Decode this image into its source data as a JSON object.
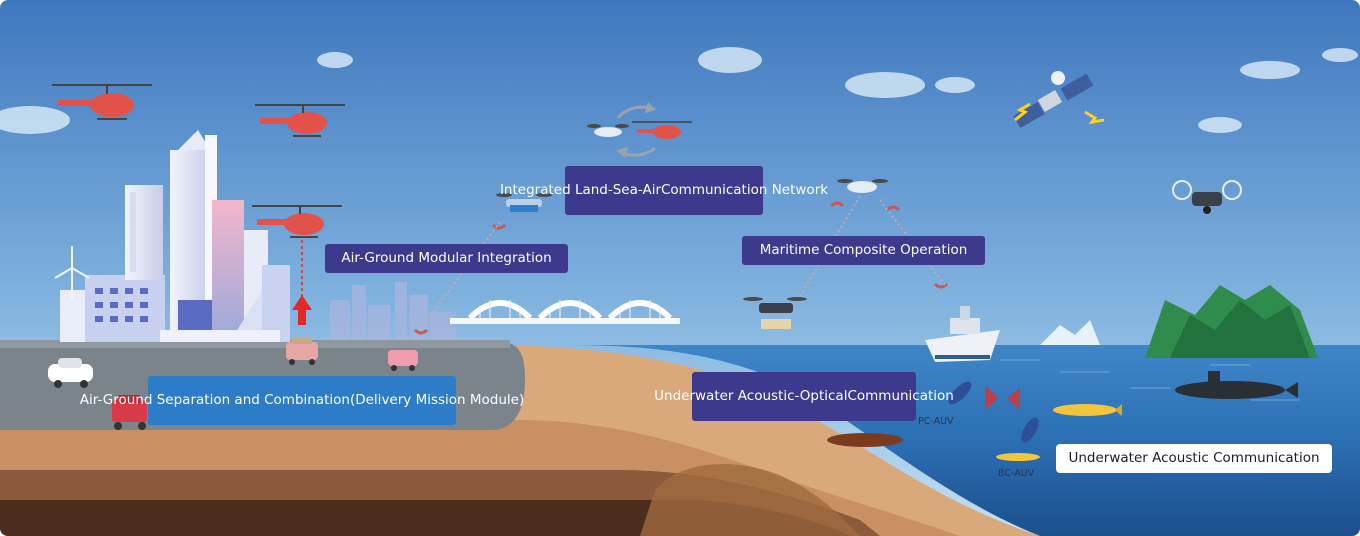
{
  "labels": {
    "network": [
      "Integrated Land-Sea-Air",
      "Communication Network"
    ],
    "air_ground_modular": "Air-Ground Modular Integration",
    "maritime": "Maritime Composite Operation",
    "separation": [
      "Air-Ground Separation and Combination",
      "(Delivery Mission Module)"
    ],
    "underwater_optical": [
      "Underwater Acoustic-Optical",
      "Communication"
    ],
    "underwater_acoustic": "Underwater Acoustic Communication",
    "pc_auv": "PC-AUV",
    "bc_auv": "BC-AUV"
  },
  "colors": {
    "sky_top": "#3f78bf",
    "sky_bottom": "#b9d9ef",
    "sea": "#2a6fb6",
    "sand": "#d7a77b",
    "ground": "#7a828a",
    "label_purple": "#3d3a8e",
    "label_blue": "#2d7cc8"
  },
  "icons": [
    "helicopter-icon",
    "drone-icon",
    "satellite-icon",
    "ship-icon",
    "submarine-icon",
    "auv-icon",
    "car-icon",
    "robot-icon",
    "bridge-icon",
    "island-icon",
    "wind-turbine-icon",
    "signal-wave-icon",
    "cycle-arrows-icon"
  ]
}
